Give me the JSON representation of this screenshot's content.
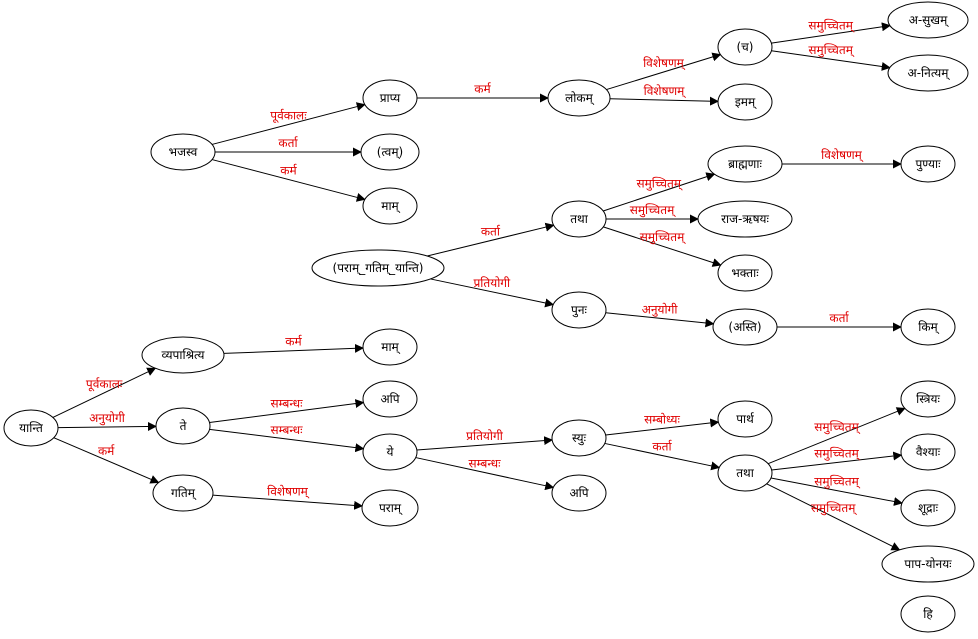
{
  "colors": {
    "edge": "#000000",
    "edge_label": "#e00000",
    "node_stroke": "#000000",
    "node_fill": "#ffffff"
  },
  "nodes": {
    "yanti": "यान्ति",
    "vyapashritya": "व्यपाश्रित्य",
    "te": "ते",
    "gatim": "गतिम्",
    "mam2": "माम्",
    "api1": "अपि",
    "ye": "ये",
    "param": "पराम्",
    "syuh": "स्युः",
    "api2": "अपि",
    "partha": "पार्थ",
    "tatha2": "तथा",
    "striyah": "स्त्रियः",
    "vaishyah": "वैश्याः",
    "shudrah": "शूद्राः",
    "papayonayah": "पाप-योनयः",
    "hi": "हि",
    "bhajasva": "भजस्व",
    "prapya": "प्राप्य",
    "tvam": "(त्वम्)",
    "mam1": "माम्",
    "lokam": "लोकम्",
    "cha": "(च)",
    "imam": "इमम्",
    "asukham": "अ-सुखम्",
    "anityam": "अ-नित्यम्",
    "paramgatim": "(पराम्_गतिम्_यान्ति)",
    "tatha1": "तथा",
    "punah": "पुनः",
    "brahmanah": "ब्राह्मणाः",
    "punyah": "पुण्याः",
    "rajarshayah": "राज-ऋषयः",
    "bhaktah": "भक्ताः",
    "asti": "(अस्ति)",
    "kim": "किम्"
  },
  "edges": [
    {
      "from": "yanti",
      "to": "vyapashritya",
      "label": "पूर्वकालः"
    },
    {
      "from": "yanti",
      "to": "te",
      "label": "अनुयोगी"
    },
    {
      "from": "yanti",
      "to": "gatim",
      "label": "कर्म"
    },
    {
      "from": "vyapashritya",
      "to": "mam2",
      "label": "कर्म"
    },
    {
      "from": "te",
      "to": "api1",
      "label": "सम्बन्धः"
    },
    {
      "from": "te",
      "to": "ye",
      "label": "सम्बन्धः"
    },
    {
      "from": "gatim",
      "to": "param",
      "label": "विशेषणम्"
    },
    {
      "from": "ye",
      "to": "syuh",
      "label": "प्रतियोगी"
    },
    {
      "from": "ye",
      "to": "api2",
      "label": "सम्बन्धः"
    },
    {
      "from": "syuh",
      "to": "partha",
      "label": "सम्बोध्यः"
    },
    {
      "from": "syuh",
      "to": "tatha2",
      "label": "कर्ता"
    },
    {
      "from": "tatha2",
      "to": "striyah",
      "label": "समुच्चितम्"
    },
    {
      "from": "tatha2",
      "to": "vaishyah",
      "label": "समुच्चितम्"
    },
    {
      "from": "tatha2",
      "to": "shudrah",
      "label": "समुच्चितम्"
    },
    {
      "from": "tatha2",
      "to": "papayonayah",
      "label": "समुच्चितम्"
    },
    {
      "from": "bhajasva",
      "to": "prapya",
      "label": "पूर्वकालः"
    },
    {
      "from": "bhajasva",
      "to": "tvam",
      "label": "कर्ता"
    },
    {
      "from": "bhajasva",
      "to": "mam1",
      "label": "कर्म"
    },
    {
      "from": "prapya",
      "to": "lokam",
      "label": "कर्म"
    },
    {
      "from": "lokam",
      "to": "cha",
      "label": "विशेषणम्"
    },
    {
      "from": "lokam",
      "to": "imam",
      "label": "विशेषणम्"
    },
    {
      "from": "cha",
      "to": "asukham",
      "label": "समुच्चितम्"
    },
    {
      "from": "cha",
      "to": "anityam",
      "label": "समुच्चितम्"
    },
    {
      "from": "paramgatim",
      "to": "tatha1",
      "label": "कर्ता"
    },
    {
      "from": "paramgatim",
      "to": "punah",
      "label": "प्रतियोगी"
    },
    {
      "from": "tatha1",
      "to": "brahmanah",
      "label": "समुच्चितम्"
    },
    {
      "from": "tatha1",
      "to": "rajarshayah",
      "label": "समुच्चितम्"
    },
    {
      "from": "tatha1",
      "to": "bhaktah",
      "label": "समुच्चितम्"
    },
    {
      "from": "brahmanah",
      "to": "punyah",
      "label": "विशेषणम्"
    },
    {
      "from": "punah",
      "to": "asti",
      "label": "अनुयोगी"
    },
    {
      "from": "asti",
      "to": "kim",
      "label": "कर्ता"
    }
  ]
}
